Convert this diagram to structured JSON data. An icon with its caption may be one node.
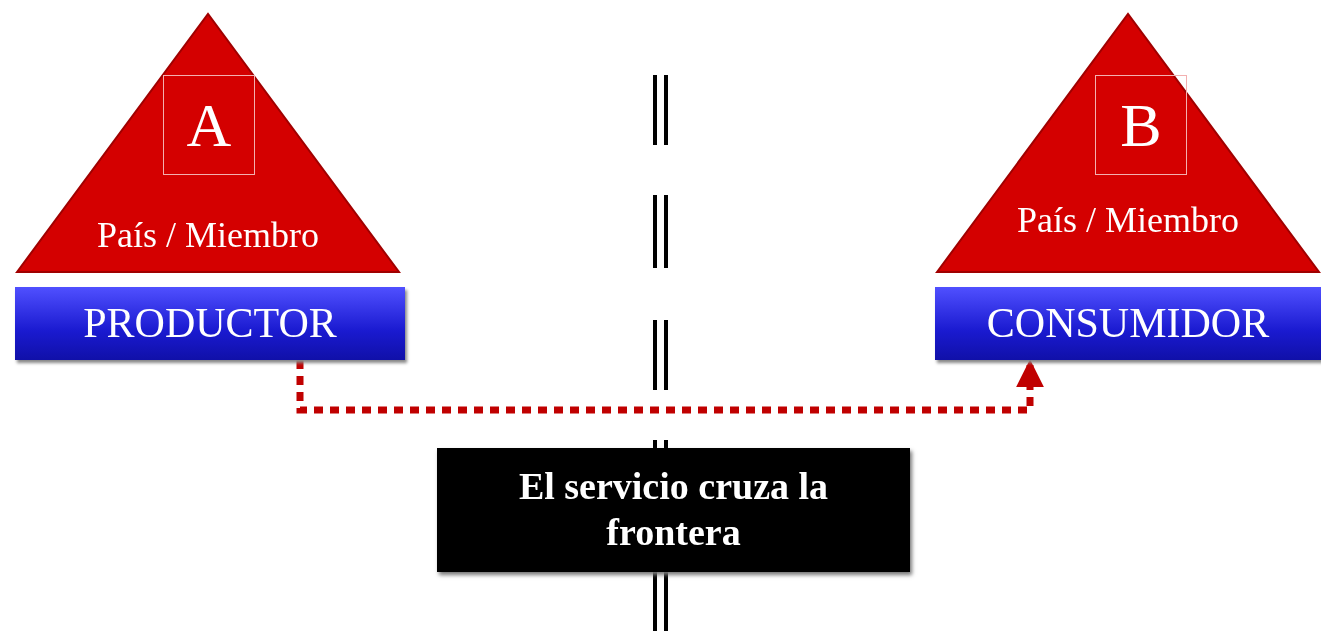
{
  "diagram": {
    "nodes": [
      {
        "text": [
          "A",
          "País / Miembro"
        ]
      },
      {
        "text": [
          "PRODUCTOR"
        ]
      },
      {
        "text": [
          "B",
          "País / Miembro"
        ]
      },
      {
        "text": [
          "CONSUMIDOR"
        ]
      },
      {
        "text": [
          "El servicio cruza la frontera"
        ]
      }
    ],
    "edges": [
      {
        "from": 1,
        "to": 3,
        "arrow": "to",
        "style": "dashed",
        "color": "#c00000"
      }
    ]
  }
}
